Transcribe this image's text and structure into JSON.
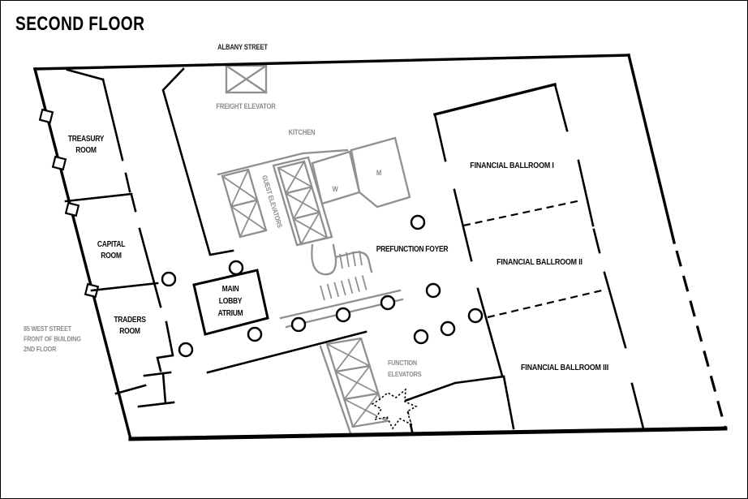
{
  "title": "SECOND FLOOR",
  "streets": {
    "albany": "ALBANY STREET",
    "west_line1": "85 WEST STREET",
    "west_line2": "FRONT OF BUILDING",
    "west_line3": "2ND FLOOR"
  },
  "rooms": {
    "treasury_line1": "TREASURY",
    "treasury_line2": "ROOM",
    "capital_line1": "CAPITAL",
    "capital_line2": "ROOM",
    "traders_line1": "TRADERS",
    "traders_line2": "ROOM",
    "atrium_line1": "MAIN",
    "atrium_line2": "LOBBY",
    "atrium_line3": "ATRIUM",
    "prefunction": "PREFUNCTION FOYER",
    "kitchen": "KITCHEN",
    "womens": "W",
    "mens": "M",
    "ballroom1": "FINANCIAL BALLROOM I",
    "ballroom2": "FINANCIAL BALLROOM II",
    "ballroom3": "FINANCIAL BALLROOM III"
  },
  "elevators": {
    "freight": "FREIGHT ELEVATOR",
    "guest": "GUEST ELEVATORS",
    "function_line1": "FUNCTION",
    "function_line2": "ELEVATORS"
  },
  "colors": {
    "wall": "#000000",
    "secondary": "#8f8f8f",
    "background": "#ffffff"
  }
}
